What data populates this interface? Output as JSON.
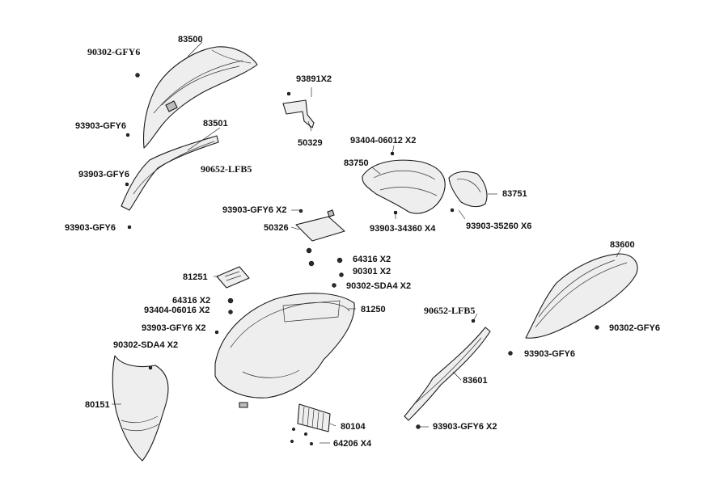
{
  "colors": {
    "line": "#1a1a1a",
    "fill": "#eeeeee",
    "text": "#111111"
  },
  "labels": {
    "p83500": "83500",
    "p90302_gfy6_top": "90302-GFY6",
    "p93903_gfy6_a": "93903-GFY6",
    "p83501": "83501",
    "p90652_lfb5_left": "90652-LFB5",
    "p93903_gfy6_b": "93903-GFY6",
    "p93903_gfy6_c": "93903-GFY6",
    "p93891": "93891X2",
    "p50329": "50329",
    "p93404_06012": "93404-06012 X2",
    "p83750": "83750",
    "p83751": "83751",
    "p93903_34360": "93903-34360 X4",
    "p93903_35260": "93903-35260 X6",
    "p93903_gfy6_x2_mid": "93903-GFY6 X2",
    "p50326": "50326",
    "p64316_right": "64316 X2",
    "p90301": "90301 X2",
    "p90302_sda4_right": "90302-SDA4 X2",
    "p81251": "81251",
    "p64316_left": "64316 X2",
    "p93404_06016": "93404-06016 X2",
    "p81250": "81250",
    "p93903_gfy6_x2_left": "93903-GFY6 X2",
    "p90302_sda4_left": "90302-SDA4 X2",
    "p80151": "80151",
    "p80104": "80104",
    "p64206": "64206 X4",
    "p83600": "83600",
    "p90652_lfb5_right": "90652-LFB5",
    "p90302_gfy6_right": "90302-GFY6",
    "p93903_gfy6_right": "93903-GFY6",
    "p83601": "83601",
    "p93903_gfy6_x2_bottom": "93903-GFY6 X2"
  }
}
